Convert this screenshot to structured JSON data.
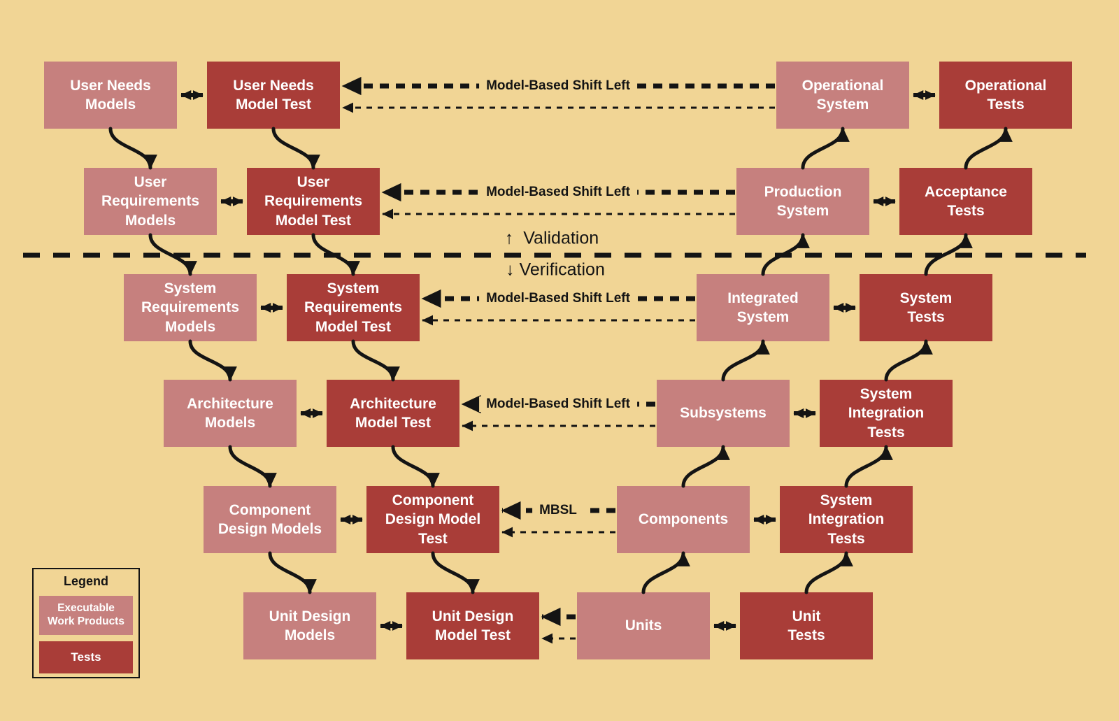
{
  "colors": {
    "background": "#F1D595",
    "executable_work_product": "#C6807E",
    "test": "#A93D38",
    "line": "#141414",
    "text_on_box": "#FFFFFF"
  },
  "separator": {
    "validation": "↑  Validation",
    "verification": "↓ Verification"
  },
  "legend": {
    "title": "Legend",
    "work_products": "Executable\nWork Products",
    "tests": "Tests"
  },
  "rows": [
    {
      "model": "User Needs\nModels",
      "model_test": "User Needs\nModel Test",
      "system": "Operational\nSystem",
      "system_test": "Operational\nTests",
      "shift": "Model-Based Shift Left"
    },
    {
      "model": "User\nRequirements\nModels",
      "model_test": "User\nRequirements\nModel Test",
      "system": "Production\nSystem",
      "system_test": "Acceptance\nTests",
      "shift": "Model-Based Shift Left"
    },
    {
      "model": "System\nRequirements\nModels",
      "model_test": "System\nRequirements\nModel Test",
      "system": "Integrated\nSystem",
      "system_test": "System\nTests",
      "shift": "Model-Based Shift Left"
    },
    {
      "model": "Architecture\nModels",
      "model_test": "Architecture\nModel Test",
      "system": "Subsystems",
      "system_test": "System\nIntegration\nTests",
      "shift": "Model-Based Shift Left"
    },
    {
      "model": "Component\nDesign Models",
      "model_test": "Component\nDesign Model\nTest",
      "system": "Components",
      "system_test": "System\nIntegration\nTests",
      "shift": "MBSL"
    },
    {
      "model": "Unit Design\nModels",
      "model_test": "Unit Design\nModel Test",
      "system": "Units",
      "system_test": "Unit\nTests",
      "shift": ""
    }
  ]
}
